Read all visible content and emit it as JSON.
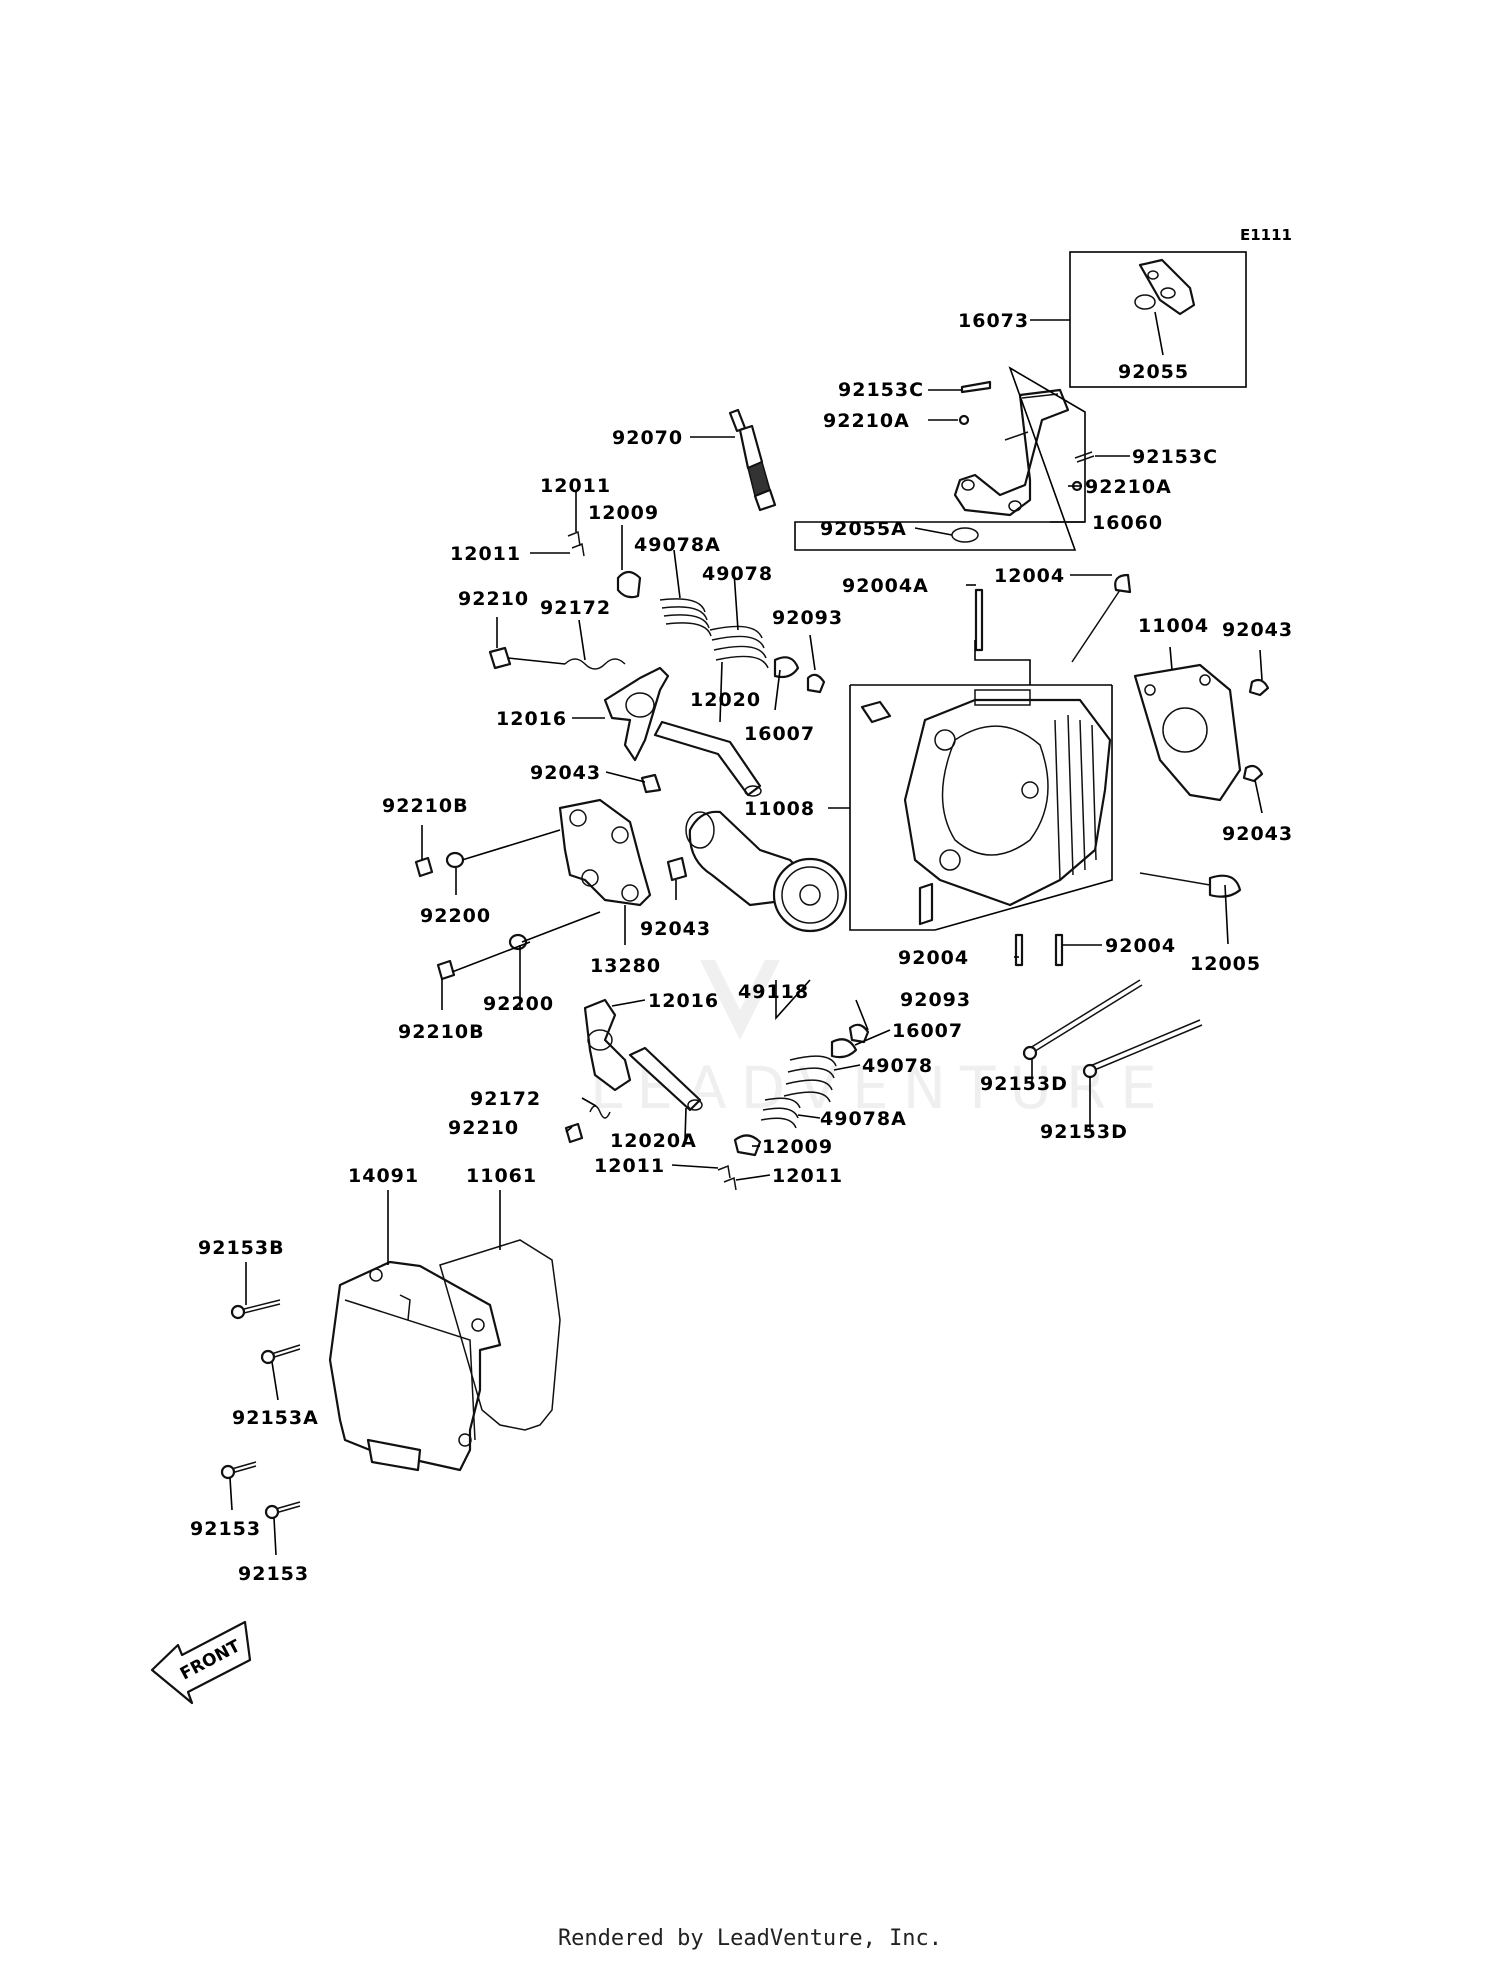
{
  "diagram_code": "E1111",
  "front_label": "FRONT",
  "watermark": "LEADVENTURE",
  "footer": "Rendered by LeadVenture, Inc.",
  "labels": [
    {
      "id": "l16073",
      "text": "16073"
    },
    {
      "id": "l92055",
      "text": "92055"
    },
    {
      "id": "l92153C_1",
      "text": "92153C"
    },
    {
      "id": "l92210A_1",
      "text": "92210A"
    },
    {
      "id": "l92070",
      "text": "92070"
    },
    {
      "id": "l92153C_2",
      "text": "92153C"
    },
    {
      "id": "l92210A_2",
      "text": "92210A"
    },
    {
      "id": "l92055A",
      "text": "92055A"
    },
    {
      "id": "l16060",
      "text": "16060"
    },
    {
      "id": "l12011_a",
      "text": "12011"
    },
    {
      "id": "l12009_a",
      "text": "12009"
    },
    {
      "id": "l49078A_a",
      "text": "49078A"
    },
    {
      "id": "l12011_b",
      "text": "12011"
    },
    {
      "id": "l49078_a",
      "text": "49078"
    },
    {
      "id": "l92004A",
      "text": "92004A"
    },
    {
      "id": "l12004",
      "text": "12004"
    },
    {
      "id": "l92210_a",
      "text": "92210"
    },
    {
      "id": "l92172_a",
      "text": "92172"
    },
    {
      "id": "l92093_a",
      "text": "92093"
    },
    {
      "id": "l11004",
      "text": "11004"
    },
    {
      "id": "l92043_a",
      "text": "92043"
    },
    {
      "id": "l12020",
      "text": "12020"
    },
    {
      "id": "l12016_a",
      "text": "12016"
    },
    {
      "id": "l16007_a",
      "text": "16007"
    },
    {
      "id": "l92043_b",
      "text": "92043"
    },
    {
      "id": "l11008",
      "text": "11008"
    },
    {
      "id": "l92210B_a",
      "text": "92210B"
    },
    {
      "id": "l92043_c",
      "text": "92043"
    },
    {
      "id": "l92200_a",
      "text": "92200"
    },
    {
      "id": "l92043_d",
      "text": "92043"
    },
    {
      "id": "l13280",
      "text": "13280"
    },
    {
      "id": "l92004_a",
      "text": "92004"
    },
    {
      "id": "l92004_b",
      "text": "92004"
    },
    {
      "id": "l12005",
      "text": "12005"
    },
    {
      "id": "l92200_b",
      "text": "92200"
    },
    {
      "id": "l49118",
      "text": "49118"
    },
    {
      "id": "l92210B_b",
      "text": "92210B"
    },
    {
      "id": "l12016_b",
      "text": "12016"
    },
    {
      "id": "l92093_b",
      "text": "92093"
    },
    {
      "id": "l16007_b",
      "text": "16007"
    },
    {
      "id": "l49078_b",
      "text": "49078"
    },
    {
      "id": "l92153D_a",
      "text": "92153D"
    },
    {
      "id": "l92172_b",
      "text": "92172"
    },
    {
      "id": "l49078A_b",
      "text": "49078A"
    },
    {
      "id": "l92210_b",
      "text": "92210"
    },
    {
      "id": "l12020A",
      "text": "12020A"
    },
    {
      "id": "l12009_b",
      "text": "12009"
    },
    {
      "id": "l92153D_b",
      "text": "92153D"
    },
    {
      "id": "l12011_c",
      "text": "12011"
    },
    {
      "id": "l12011_d",
      "text": "12011"
    },
    {
      "id": "l14091",
      "text": "14091"
    },
    {
      "id": "l11061",
      "text": "11061"
    },
    {
      "id": "l92153B",
      "text": "92153B"
    },
    {
      "id": "l92153A",
      "text": "92153A"
    },
    {
      "id": "l92153_a",
      "text": "92153"
    },
    {
      "id": "l92153_b",
      "text": "92153"
    }
  ]
}
